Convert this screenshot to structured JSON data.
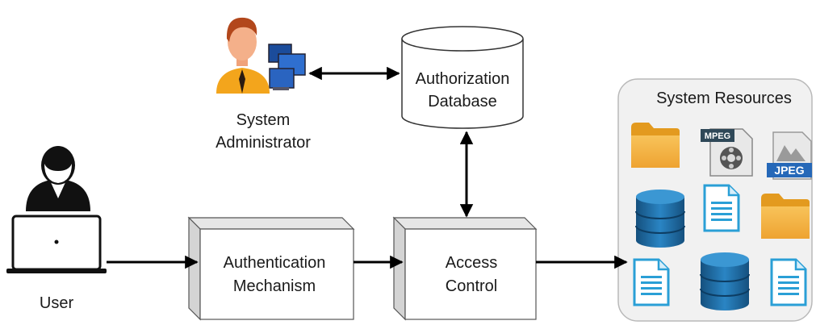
{
  "diagram": {
    "nodes": {
      "sysadmin": {
        "lines": [
          "System",
          "Administrator"
        ]
      },
      "authdb": {
        "lines": [
          "Authorization",
          "Database"
        ]
      },
      "user": {
        "label": "User"
      },
      "authmech": {
        "lines": [
          "Authentication",
          "Mechanism"
        ]
      },
      "access": {
        "lines": [
          "Access",
          "Control"
        ]
      },
      "resources": {
        "title": "System Resources"
      }
    },
    "file_badges": {
      "mpeg": "MPEG",
      "jpeg": "JPEG"
    },
    "edges": [
      {
        "from": "sysadmin",
        "to": "authdb",
        "bidirectional": true
      },
      {
        "from": "authdb",
        "to": "access",
        "bidirectional": true
      },
      {
        "from": "user",
        "to": "authmech",
        "bidirectional": false
      },
      {
        "from": "authmech",
        "to": "access",
        "bidirectional": false
      },
      {
        "from": "access",
        "to": "resources",
        "bidirectional": false
      }
    ],
    "icons": [
      "administrator-icon",
      "user-laptop-icon",
      "folder-icon",
      "mpeg-file-icon",
      "jpeg-file-icon",
      "database-icon",
      "document-icon"
    ],
    "colors": {
      "folder": "#f3b33d",
      "folder_dark": "#e39a1f",
      "db_blue": "#1e6fa8",
      "doc_blue": "#2a9fd6",
      "jpeg_blue": "#2568b8",
      "panel_bg": "#f1f1f1",
      "panel_border": "#b9b9b9"
    }
  }
}
